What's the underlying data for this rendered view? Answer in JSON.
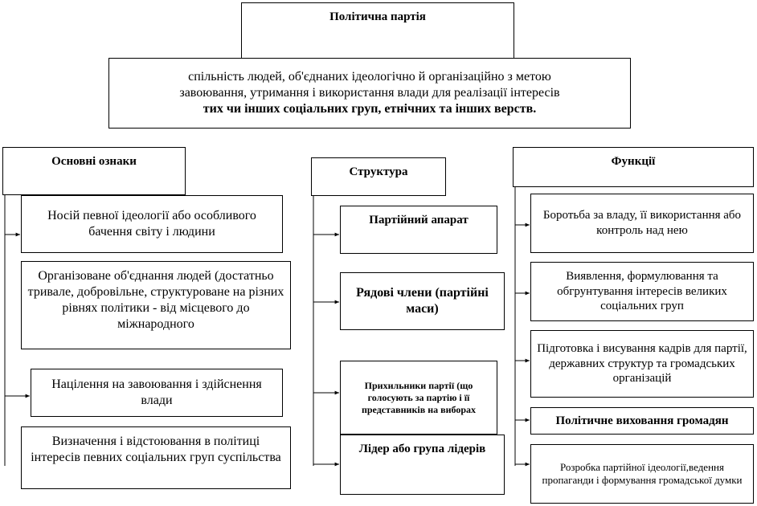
{
  "title": "Політична партія",
  "definition": {
    "line1": "спільність людей, об'єднаних ідеологічно й організаційно з метою",
    "line2": "завоювання, утримання і використання влади для реалізації інтересів",
    "line3": "тих чи інших соціальних груп, етнічних та інших верств."
  },
  "features": {
    "header": "Основні ознаки",
    "items": [
      "Носій певної ідеології або особливого бачення світу і людини",
      "Організоване об'єднання людей (достатньо тривале, добровільне, структуроване на різних рівнях політики - від місцевого до міжнародного",
      "Націлення на завоювання і здійснення влади",
      "Визначення і відстоювання в політиці інтересів певних соціальних груп суспільства"
    ]
  },
  "structure": {
    "header": "Структура",
    "items": [
      "Партійний апарат",
      "Рядові члени (партійні маси)",
      "Прихильники партії (що голосують за партію і її представників на виборах",
      "Лідер або група лідерів"
    ]
  },
  "functions": {
    "header": "Функції",
    "items": [
      "Боротьба за владу, її використання або контроль над нею",
      "Виявлення, формулювання та обгрунтування інтересів великих соціальних груп",
      "Підготовка і висування кадрів для партії, державних структур та громадських організацій",
      "Політичне виховання громадян",
      "Розробка партійної ідеології,ведення пропаганди і формування громадської думки"
    ]
  },
  "colors": {
    "line": "#000000",
    "background": "#ffffff"
  }
}
